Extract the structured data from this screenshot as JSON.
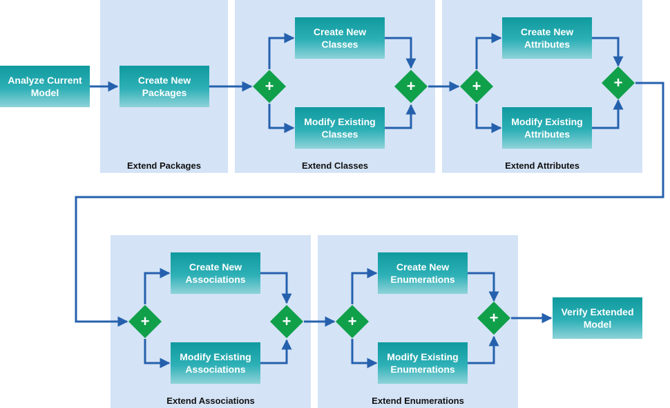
{
  "colors": {
    "lane_fill": "#d4e3f6",
    "task_top": "#0f9a9e",
    "task_bottom": "#8fd3d9",
    "gateway": "#10a04a",
    "flow_line": "#2560ad"
  },
  "gateway_symbol": "+",
  "tasks": {
    "analyze_current_model": "Analyze Current Model",
    "create_new_packages": "Create New Packages",
    "create_new_classes": "Create New Classes",
    "modify_existing_classes": "Modify Existing Classes",
    "create_new_attributes": "Create New Attributes",
    "modify_existing_attributes": "Modify Existing Attributes",
    "create_new_associations": "Create New Associations",
    "modify_existing_associations": "Modify Existing Associations",
    "create_new_enumerations": "Create New Enumerations",
    "modify_existing_enumerations": "Modify Existing Enumerations",
    "verify_extended_model": "Verify Extended Model"
  },
  "lanes": {
    "extend_packages": "Extend Packages",
    "extend_classes": "Extend Classes",
    "extend_attributes": "Extend Attributes",
    "extend_associations": "Extend Associations",
    "extend_enumerations": "Extend Enumerations"
  }
}
